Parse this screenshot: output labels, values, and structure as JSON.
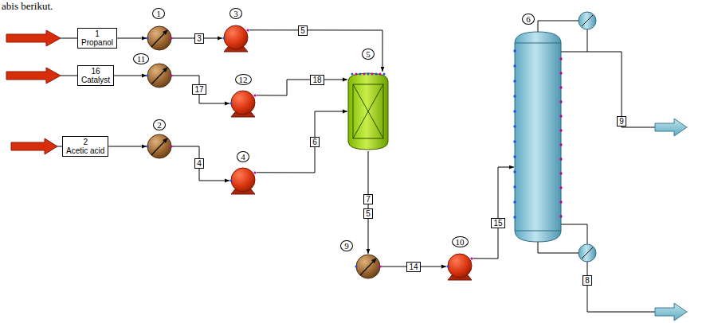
{
  "diagram": {
    "nodes": [
      {
        "text": [
          "1",
          "Propanol"
        ]
      },
      {
        "text": [
          "1"
        ]
      },
      {
        "text": [
          "3"
        ]
      },
      {
        "text": [
          "16",
          "Catalyst"
        ]
      },
      {
        "text": [
          "11"
        ]
      },
      {
        "text": [
          "12"
        ]
      },
      {
        "text": [
          "2",
          "Acetic acid"
        ]
      },
      {
        "text": [
          "2"
        ]
      },
      {
        "text": [
          "4"
        ]
      },
      {
        "text": [
          "5"
        ]
      },
      {
        "text": [
          "9"
        ]
      },
      {
        "text": [
          "10"
        ]
      },
      {
        "text": [
          "6"
        ]
      }
    ],
    "edges": [
      {
        "from": 0,
        "to": 1,
        "arrow": "to"
      },
      {
        "from": 1,
        "to": 2,
        "label": "3",
        "arrow": "to"
      },
      {
        "from": 2,
        "to": 9,
        "label": "5",
        "arrow": "to"
      },
      {
        "from": 3,
        "to": 4,
        "arrow": "to"
      },
      {
        "from": 4,
        "to": 5,
        "label": "17",
        "arrow": "to"
      },
      {
        "from": 5,
        "to": 9,
        "label": "18",
        "arrow": "to"
      },
      {
        "from": 6,
        "to": 7,
        "arrow": "to"
      },
      {
        "from": 7,
        "to": 8,
        "label": "4",
        "arrow": "to"
      },
      {
        "from": 8,
        "to": 9,
        "label": "6",
        "arrow": "to"
      },
      {
        "from": 9,
        "to": 10,
        "label": "7",
        "arrow": "to"
      },
      {
        "from": 10,
        "to": 11,
        "label": "14",
        "arrow": "to"
      },
      {
        "from": 11,
        "to": 12,
        "label": "15",
        "arrow": "to"
      }
    ],
    "labels": [
      "abis berikut.",
      "5",
      "9",
      "8"
    ]
  }
}
